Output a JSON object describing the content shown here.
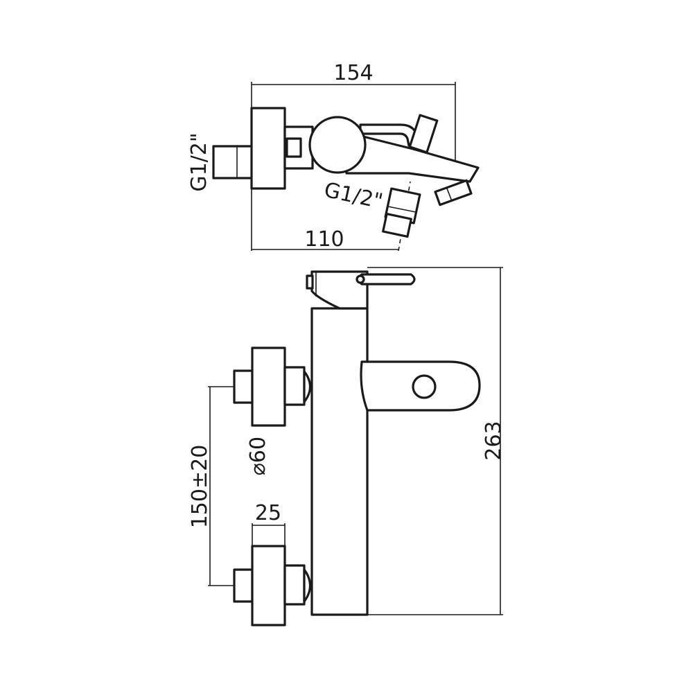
{
  "diagram": {
    "labels": {
      "overall_width": "154",
      "inlet_thread_left": "G1/2\"",
      "outlet_thread": "G1/2\"",
      "projection": "110",
      "overall_height": "263",
      "centers_distance": "150±20",
      "flange_diameter": "⌀60",
      "flange_depth": "25"
    }
  }
}
